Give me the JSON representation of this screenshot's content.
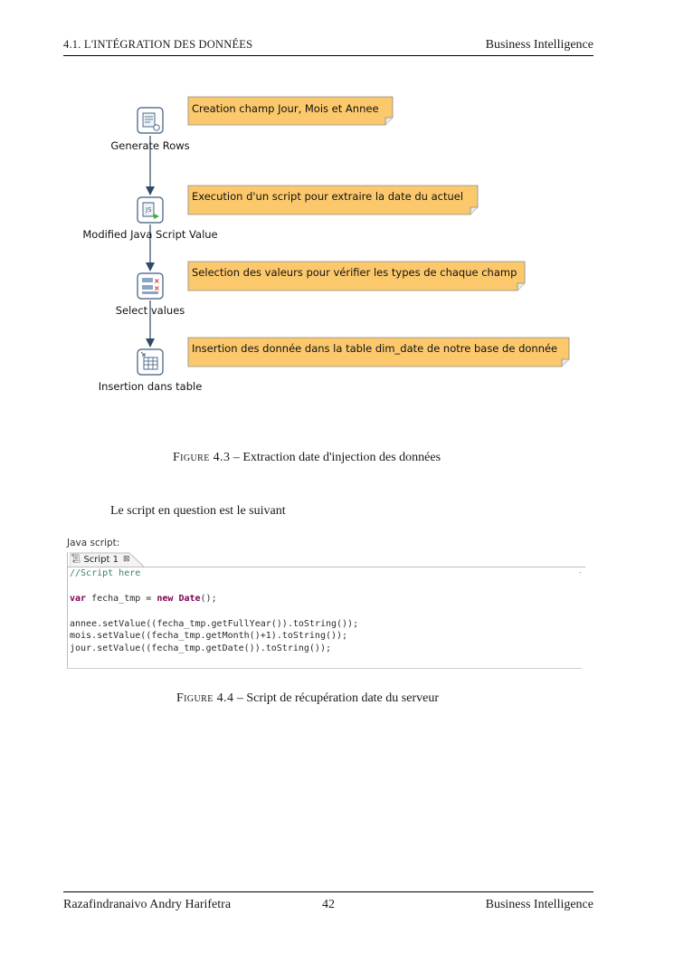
{
  "header": {
    "left": "4.1.  L'INTÉGRATION DES DONNÉES",
    "right": "Business Intelligence"
  },
  "flow": {
    "steps": [
      {
        "label": "Generate Rows",
        "note": "Creation champ Jour, Mois et Annee",
        "icon": "generate-rows-icon"
      },
      {
        "label": "Modified Java Script Value",
        "note": "Execution d'un script pour extraire la date du actuel",
        "icon": "javascript-step-icon"
      },
      {
        "label": "Select values",
        "note": "Selection des valeurs pour vérifier les types de chaque champ",
        "icon": "select-values-icon"
      },
      {
        "label": "Insertion dans table",
        "note": "Insertion des donnée dans la table dim_date de notre base de donnée",
        "icon": "table-output-icon"
      }
    ],
    "note_color": "#fcc86c"
  },
  "figure43": {
    "prefix": "Figure 4.3",
    "text": " – Extraction date d'injection des données"
  },
  "paragraph": "Le script en question est le suivant",
  "script_panel": {
    "title": "Java script:",
    "tab_label": "Script 1",
    "lines": {
      "l1": "//Script here",
      "l2_kw1": "var",
      "l2_a": " fecha_tmp = ",
      "l2_kw2": "new",
      "l2_sp": " ",
      "l2_kw3": "Date",
      "l2_b": "();",
      "l3": "annee.setValue((fecha_tmp.getFullYear()).toString());",
      "l4": "mois.setValue((fecha_tmp.getMonth()+1).toString());",
      "l5": "jour.setValue((fecha_tmp.getDate()).toString());"
    }
  },
  "figure44": {
    "prefix": "Figure 4.4",
    "text": " – Script de récupération date du serveur"
  },
  "footer": {
    "author": "Razafindranaivo Andry Harifetra",
    "page": "42",
    "right": "Business Intelligence"
  }
}
